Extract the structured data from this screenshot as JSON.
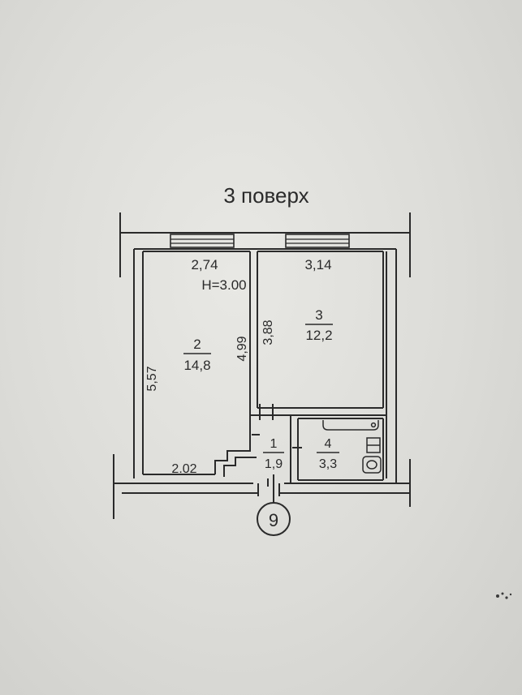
{
  "floor_title": "3 поверх",
  "ceiling_height": "H=3.00",
  "entrance_number": "9",
  "dimensions": {
    "room2_width_top": "2,74",
    "room3_width_top": "3,14",
    "left_wall_length": "5,57",
    "partition_length": "4,99",
    "room3_depth": "3,88",
    "room2_width_bottom": "2.02"
  },
  "rooms": [
    {
      "number": "1",
      "area": "1,9"
    },
    {
      "number": "2",
      "area": "14,8"
    },
    {
      "number": "3",
      "area": "12,2"
    },
    {
      "number": "4",
      "area": "3,3"
    }
  ],
  "colors": {
    "ink": "#2a2a2a",
    "paper": "#e2e2de"
  }
}
